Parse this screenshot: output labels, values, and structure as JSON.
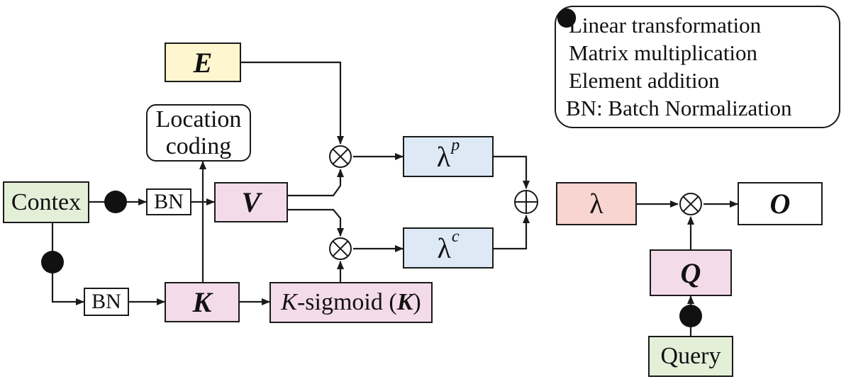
{
  "nodes": {
    "contex": "Contex",
    "bn_top": "BN",
    "bn_bottom": "BN",
    "e": "E",
    "location_coding_line1": "Location",
    "location_coding_line2": "coding",
    "v": "V",
    "k": "K",
    "k_sigmoid_prefix": "K",
    "k_sigmoid_middle": "-sigmoid (",
    "k_sigmoid_arg": "K",
    "k_sigmoid_suffix": ")",
    "lambda_p_base": "λ",
    "lambda_p_sup": "p",
    "lambda_c_base": "λ",
    "lambda_c_sup": "c",
    "lambda": "λ",
    "o": "O",
    "q": "Q",
    "query": "Query"
  },
  "legend": {
    "linear": "Linear transformation",
    "matmul": "Matrix multiplication",
    "add": "Element addition",
    "bn": "BN: Batch Normalization"
  },
  "colors": {
    "green": "#e4efd8",
    "yellow": "#fdf6cf",
    "pink": "#f3dbe9",
    "blue": "#dde9f5",
    "red": "#f8d5d0",
    "line": "#1a1a1a"
  }
}
